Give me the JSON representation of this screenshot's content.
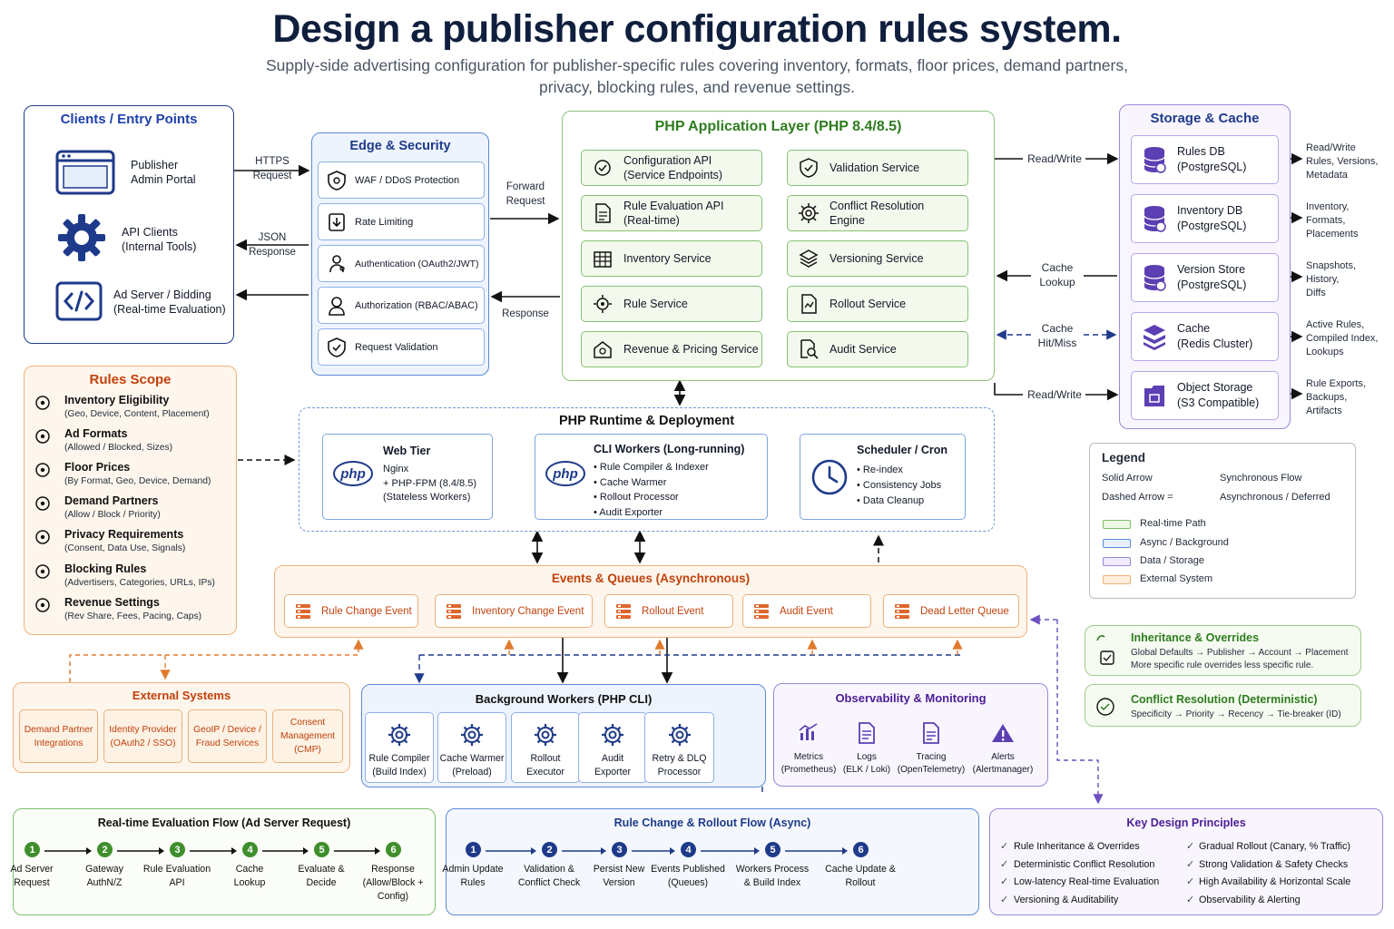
{
  "title": "Design a publisher configuration rules system.",
  "subtitle": "Supply-side advertising configuration for publisher-specific rules covering inventory, formats, floor prices, demand partners, privacy, blocking rules, and revenue settings.",
  "colors": {
    "navy": "#1e3a8a",
    "green": "#3f8f2c",
    "purple": "#5b3fb3",
    "orange": "#c2410c",
    "blue": "#2563eb"
  },
  "clients": {
    "title": "Clients / Entry Points",
    "items": [
      {
        "icon": "browser-window-icon",
        "line1": "Publisher",
        "line2": "Admin Portal"
      },
      {
        "icon": "gear-icon",
        "line1": "API Clients",
        "line2": "(Internal Tools)"
      },
      {
        "icon": "code-brackets-icon",
        "line1": "Ad Server / Bidding",
        "line2": "(Real-time Evaluation)"
      }
    ]
  },
  "edges": {
    "https": [
      "HTTPS",
      "Request"
    ],
    "json": [
      "JSON",
      "Response"
    ],
    "forward": [
      "Forward",
      "Request"
    ],
    "response": "Response",
    "rw1": "Read/Write",
    "cache_lookup": [
      "Cache",
      "Lookup"
    ],
    "cache_hit": [
      "Cache",
      "Hit/Miss"
    ],
    "rw2": "Read/Write"
  },
  "edge_security": {
    "title": "Edge & Security",
    "items": [
      {
        "icon": "shield-icon",
        "label": "WAF / DDoS Protection"
      },
      {
        "icon": "rate-limit-icon",
        "label": "Rate Limiting"
      },
      {
        "icon": "key-person-icon",
        "label": "Authentication (OAuth2/JWT)"
      },
      {
        "icon": "user-icon",
        "label": "Authorization (RBAC/ABAC)"
      },
      {
        "icon": "check-shield-icon",
        "label": "Request Validation"
      }
    ]
  },
  "app_layer": {
    "title": "PHP Application Layer (PHP 8.4/8.5)",
    "left": [
      {
        "icon": "config-api-icon",
        "line1": "Configuration API",
        "line2": "(Service Endpoints)"
      },
      {
        "icon": "document-icon",
        "line1": "Rule Evaluation API",
        "line2": "(Real-time)"
      },
      {
        "icon": "inventory-grid-icon",
        "line1": "Inventory Service",
        "line2": ""
      },
      {
        "icon": "rule-gear-icon",
        "line1": "Rule Service",
        "line2": ""
      },
      {
        "icon": "revenue-icon",
        "line1": "Revenue & Pricing Service",
        "line2": ""
      }
    ],
    "right": [
      {
        "icon": "check-shield-icon",
        "line1": "Validation Service",
        "line2": ""
      },
      {
        "icon": "conflict-gear-icon",
        "line1": "Conflict Resolution",
        "line2": "Engine"
      },
      {
        "icon": "layers-icon",
        "line1": "Versioning Service",
        "line2": ""
      },
      {
        "icon": "rollout-doc-icon",
        "line1": "Rollout Service",
        "line2": ""
      },
      {
        "icon": "audit-search-icon",
        "line1": "Audit Service",
        "line2": ""
      }
    ]
  },
  "storage": {
    "title": "Storage & Cache",
    "items": [
      {
        "icon": "database-icon",
        "line1": "Rules DB",
        "line2": "(PostgreSQL)",
        "note": [
          "Read/Write",
          "Rules, Versions,",
          "Metadata"
        ]
      },
      {
        "icon": "database-icon",
        "line1": "Inventory DB",
        "line2": "(PostgreSQL)",
        "note": [
          "Inventory,",
          "Formats,",
          "Placements"
        ]
      },
      {
        "icon": "database-icon",
        "line1": "Version Store",
        "line2": "(PostgreSQL)",
        "note": [
          "Snapshots,",
          "History,",
          "Diffs"
        ]
      },
      {
        "icon": "cache-stack-icon",
        "line1": "Cache",
        "line2": "(Redis Cluster)",
        "note": [
          "Active Rules,",
          "Compiled Index,",
          "Lookups"
        ]
      },
      {
        "icon": "object-storage-icon",
        "line1": "Object Storage",
        "line2": "(S3 Compatible)",
        "note": [
          "Rule Exports,",
          "Backups,",
          "Artifacts"
        ]
      }
    ]
  },
  "rules_scope": {
    "title": "Rules Scope",
    "items": [
      {
        "icon": "location-icon",
        "title": "Inventory Eligibility",
        "sub": "(Geo, Device, Content, Placement)"
      },
      {
        "icon": "ad-format-icon",
        "title": "Ad Formats",
        "sub": "(Allowed / Blocked, Sizes)"
      },
      {
        "icon": "dollar-icon",
        "title": "Floor Prices",
        "sub": "(By Format, Geo, Device, Demand)"
      },
      {
        "icon": "camera-icon",
        "title": "Demand Partners",
        "sub": "(Allow / Block / Priority)"
      },
      {
        "icon": "privacy-shield-icon",
        "title": "Privacy Requirements",
        "sub": "(Consent, Data Use, Signals)"
      },
      {
        "icon": "block-icon",
        "title": "Blocking Rules",
        "sub": "(Advertisers, Categories, URLs, IPs)"
      },
      {
        "icon": "revenue-clock-icon",
        "title": "Revenue Settings",
        "sub": "(Rev Share, Fees, Pacing, Caps)"
      }
    ]
  },
  "runtime": {
    "title": "PHP Runtime & Deployment",
    "web": {
      "title": "Web Tier",
      "lines": [
        "Nginx",
        "+ PHP-FPM  (8.4/8.5)",
        "(Stateless Workers)"
      ]
    },
    "cli": {
      "title": "CLI Workers (Long-running)",
      "lines": [
        "• Rule Compiler & Indexer",
        "• Cache Warmer",
        "• Rollout Processor",
        "• Audit Exporter"
      ]
    },
    "sched": {
      "title": "Scheduler / Cron",
      "lines": [
        "• Re-index",
        "• Consistency Jobs",
        "• Data Cleanup"
      ]
    },
    "php_logo": "php"
  },
  "legend": {
    "title": "Legend",
    "solid": "Solid Arrow",
    "solid_desc": "Synchronous Flow",
    "dashed": "Dashed Arrow =",
    "dashed_desc": "Asynchronous / Deferred",
    "swatches": [
      {
        "label": "Real-time Path",
        "color": "#7cbf6a",
        "fill": "#eef8e6"
      },
      {
        "label": "Async / Background",
        "color": "#5b8ad6",
        "fill": "#e8f0fc"
      },
      {
        "label": "Data / Storage",
        "color": "#9b87d8",
        "fill": "#f1ecfd"
      },
      {
        "label": "External System",
        "color": "#f0b27a",
        "fill": "#fdeedd"
      }
    ]
  },
  "events": {
    "title": "Events & Queues (Asynchronous)",
    "items": [
      "Rule Change Event",
      "Inventory Change Event",
      "Rollout Event",
      "Audit Event",
      "Dead Letter Queue"
    ]
  },
  "inheritance": {
    "title": "Inheritance & Overrides",
    "line1": "Global Defaults → Publisher → Account → Placement",
    "line2": "More specific rule overrides less specific rule."
  },
  "conflict": {
    "title": "Conflict Resolution (Deterministic)",
    "line1": "Specificity → Priority → Recency → Tie-breaker (ID)"
  },
  "external": {
    "title": "External Systems",
    "items": [
      [
        "Demand Partner",
        "Integrations"
      ],
      [
        "Identity Provider",
        "(OAuth2 / SSO)"
      ],
      [
        "GeoIP / Device /",
        "Fraud Services"
      ],
      [
        "Consent",
        "Management",
        "(CMP)"
      ]
    ]
  },
  "workers": {
    "title": "Background Workers (PHP CLI)",
    "items": [
      [
        "Rule Compiler",
        "(Build Index)"
      ],
      [
        "Cache Warmer",
        "(Preload)"
      ],
      [
        "Rollout",
        "Executor"
      ],
      [
        "Audit",
        "Exporter"
      ],
      [
        "Retry & DLQ",
        "Processor"
      ]
    ]
  },
  "observability": {
    "title": "Observability & Monitoring",
    "items": [
      {
        "icon": "metrics-chart-icon",
        "line1": "Metrics",
        "line2": "(Prometheus)"
      },
      {
        "icon": "logs-doc-icon",
        "line1": "Logs",
        "line2": "(ELK / Loki)"
      },
      {
        "icon": "tracing-doc-icon",
        "line1": "Tracing",
        "line2": "(OpenTelemetry)"
      },
      {
        "icon": "alert-icon",
        "line1": "Alerts",
        "line2": "(Alertmanager)"
      }
    ]
  },
  "realtime_flow": {
    "title": "Real-time Evaluation Flow (Ad Server Request)",
    "steps": [
      [
        "Ad Server",
        "Request"
      ],
      [
        "Gateway",
        "AuthN/Z"
      ],
      [
        "Rule Evaluation",
        "API"
      ],
      [
        "Cache",
        "Lookup"
      ],
      [
        "Evaluate &",
        "Decide"
      ],
      [
        "Response",
        "(Allow/Block +",
        "Config)"
      ]
    ]
  },
  "rollout_flow": {
    "title": "Rule Change & Rollout Flow (Async)",
    "steps": [
      [
        "Admin Update",
        "Rules"
      ],
      [
        "Validation &",
        "Conflict Check"
      ],
      [
        "Persist New",
        "Version"
      ],
      [
        "Events Published",
        "(Queues)"
      ],
      [
        "Workers Process",
        "& Build Index"
      ],
      [
        "Cache Update &",
        "Rollout"
      ]
    ]
  },
  "principles": {
    "title": "Key Design Principles",
    "left": [
      "Rule Inheritance & Overrides",
      "Deterministic Conflict Resolution",
      "Low-latency Real-time Evaluation",
      "Versioning & Auditability"
    ],
    "right": [
      "Gradual Rollout (Canary, % Traffic)",
      "Strong Validation & Safety Checks",
      "High Availability & Horizontal Scale",
      "Observability & Alerting"
    ]
  },
  "step_numbers": [
    "1",
    "2",
    "3",
    "4",
    "5",
    "6"
  ]
}
